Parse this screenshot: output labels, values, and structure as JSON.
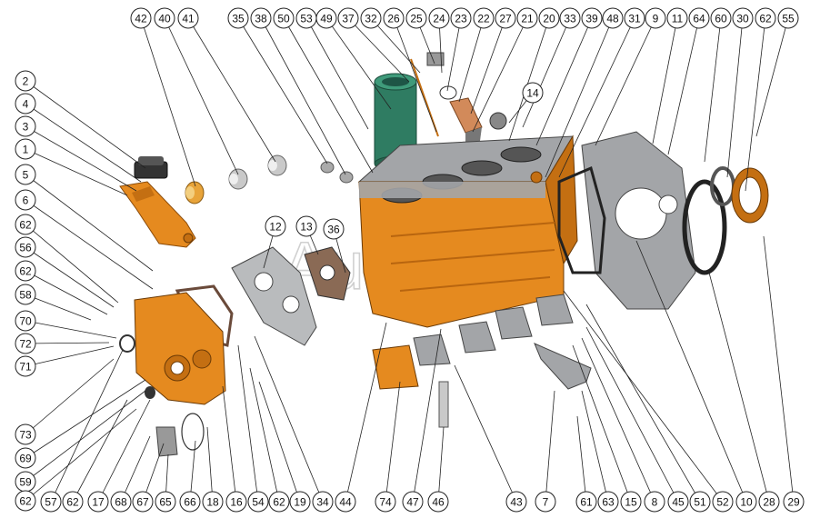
{
  "watermark": "AutoSoft",
  "colors": {
    "orange": "#e58a1f",
    "orange_dark": "#b8650f",
    "gray": "#9ea0a3",
    "gray_light": "#c3c5c7",
    "green": "#2f7c62",
    "line": "#222222",
    "callout_bg": "#ffffff"
  },
  "callouts": {
    "top": [
      "42",
      "40",
      "41",
      "35",
      "38",
      "50",
      "53",
      "49",
      "37",
      "32",
      "26",
      "25",
      "24",
      "23",
      "22",
      "27",
      "21",
      "20",
      "33",
      "39",
      "48",
      "31",
      "9",
      "11",
      "64",
      "60",
      "30",
      "62",
      "55"
    ],
    "left": [
      "2",
      "4",
      "3",
      "1",
      "5",
      "6",
      "62",
      "56",
      "62",
      "58",
      "70",
      "72",
      "71"
    ],
    "lower_left": [
      "73",
      "69",
      "59",
      "62"
    ],
    "mid": [
      "12",
      "13",
      "36",
      "14"
    ],
    "bottom": [
      "57",
      "62",
      "17",
      "68",
      "67",
      "65",
      "66",
      "18",
      "16",
      "54",
      "62",
      "19",
      "34",
      "44",
      "74",
      "47",
      "46",
      "43",
      "7",
      "61",
      "63",
      "15",
      "8",
      "45",
      "51",
      "52",
      "10",
      "28",
      "29"
    ]
  }
}
